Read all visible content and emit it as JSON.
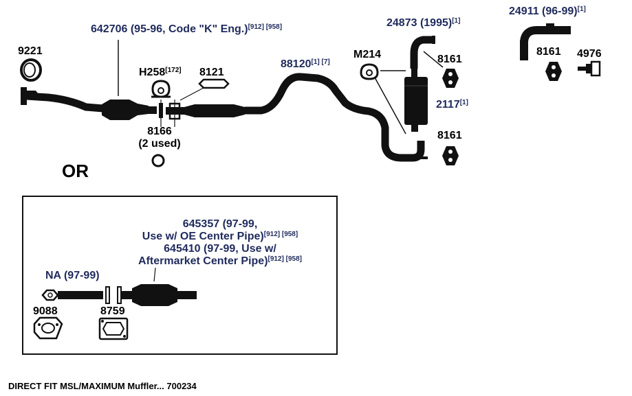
{
  "parts": {
    "p9221": {
      "num": "9221"
    },
    "p642706": {
      "num": "642706 (95-96, Code \"K\" Eng.)",
      "refs": "[912] [958]"
    },
    "h258": {
      "num": "H258",
      "refs": "[172]"
    },
    "p8121": {
      "num": "8121"
    },
    "p8166": {
      "num": "8166",
      "note": "(2 used)"
    },
    "p88120": {
      "num": "88120",
      "refs": "[1] [7]"
    },
    "m214": {
      "num": "M214"
    },
    "p24873": {
      "num": "24873 (1995)",
      "refs": "[1]"
    },
    "p8161_a": {
      "num": "8161"
    },
    "p2117": {
      "num": "2117",
      "refs": "[1]"
    },
    "p8161_b": {
      "num": "8161"
    },
    "p24911": {
      "num": "24911 (96-99)",
      "refs": "[1]"
    },
    "p8161_c": {
      "num": "8161"
    },
    "p4976": {
      "num": "4976"
    }
  },
  "or_label": "OR",
  "inset": {
    "p645357_line1": "645357 (97-99,",
    "p645357_line2": "Use w/ OE Center Pipe)",
    "p645357_refs": "[912] [958]",
    "p645410_line1": "645410 (97-99, Use w/",
    "p645410_line2": "Aftermarket Center Pipe)",
    "p645410_refs": "[912] [958]",
    "na": "NA (97-99)",
    "p9088": "9088",
    "p8759": "8759"
  },
  "footer": "DIRECT FIT MSL/MAXIMUM Muffler... 700234",
  "colors": {
    "pipe": "#111111",
    "label_blue": "#1f2a5c",
    "text": "#000000"
  }
}
